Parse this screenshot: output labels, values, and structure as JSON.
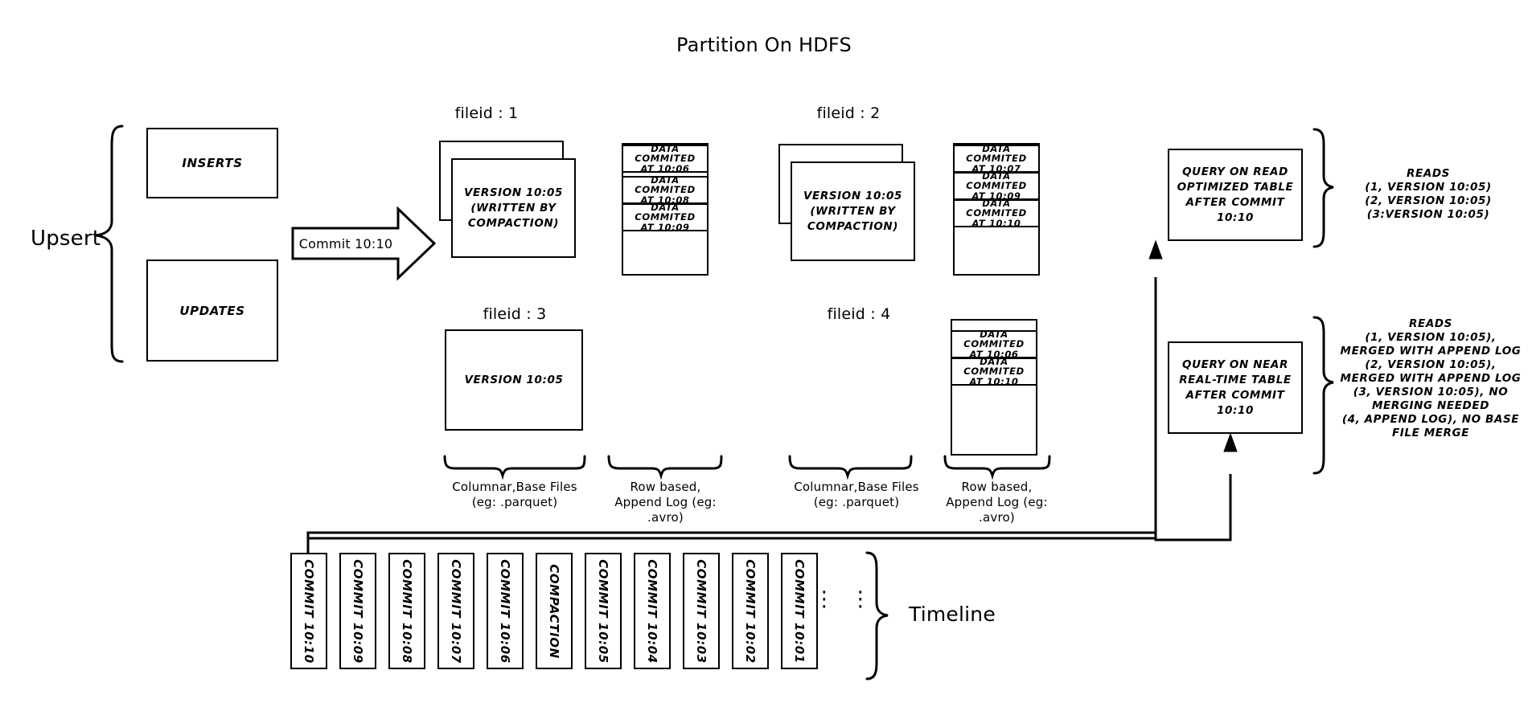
{
  "title": "Partition On HDFS",
  "left": {
    "group_label": "Upsert",
    "inserts_label": "INSERTS",
    "updates_label": "UPDATES",
    "commit_arrow_label": "Commit 10:10"
  },
  "file_groups": [
    {
      "id": "fileid-1",
      "header": "fileid : 1",
      "base_stack": 2,
      "base_label": "VERSION 10:05\n(WRITTEN BY\nCOMPACTION)",
      "base_line1": "VERSION 10:05",
      "base_line2": "(WRITTEN BY",
      "base_line3": "COMPACTION)",
      "log_entries": [
        "DATA COMMITED\nAT 10:06",
        "DATA COMMITED\nAT 10:08",
        "DATA COMMITED\nAT 10:09"
      ],
      "log_lines": [
        {
          "l1": "DATA COMMITED",
          "l2": "AT 10:06"
        },
        {
          "l1": "DATA COMMITED",
          "l2": "AT 10:08"
        },
        {
          "l1": "DATA COMMITED",
          "l2": "AT 10:09"
        }
      ]
    },
    {
      "id": "fileid-2",
      "header": "fileid : 2",
      "base_stack": 2,
      "base_line1": "VERSION 10:05",
      "base_line2": "(WRITTEN BY",
      "base_line3": "COMPACTION)",
      "log_lines": [
        {
          "l1": "DATA COMMITED",
          "l2": "AT 10:07"
        },
        {
          "l1": "DATA COMMITED",
          "l2": "AT 10:09"
        },
        {
          "l1": "DATA COMMITED",
          "l2": "AT 10:10"
        }
      ]
    },
    {
      "id": "fileid-3",
      "header": "fileid : 3",
      "base_stack": 1,
      "base_line1": "VERSION 10:05",
      "base_line2": "",
      "base_line3": "",
      "log_lines": []
    },
    {
      "id": "fileid-4",
      "header": "fileid : 4",
      "base_stack": 0,
      "base_line1": "",
      "base_line2": "",
      "base_line3": "",
      "log_lines": [
        {
          "l1": "DATA COMMITED",
          "l2": "AT 10:06"
        },
        {
          "l1": "DATA COMMITED",
          "l2": "AT 10:10"
        }
      ]
    }
  ],
  "captions": {
    "columnar_left_l1": "Columnar,Base Files",
    "columnar_left_l2": "(eg: .parquet)",
    "rowlog_left_l1": "Row based,",
    "rowlog_left_l2": "Append Log  (eg:",
    "rowlog_left_l3": ".avro)",
    "columnar_right_l1": "Columnar,Base Files",
    "columnar_right_l2": "(eg: .parquet)",
    "rowlog_right_l1": "Row based,",
    "rowlog_right_l2": "Append Log  (eg:",
    "rowlog_right_l3": ".avro)"
  },
  "queries": {
    "read_optimized": {
      "l1": "QUERY ON READ",
      "l2": "OPTIMIZED TABLE",
      "l3": "AFTER COMMIT",
      "l4": "10:10"
    },
    "near_realtime": {
      "l1": "QUERY ON NEAR",
      "l2": "REAL-TIME TABLE",
      "l3": "AFTER COMMIT",
      "l4": "10:10"
    }
  },
  "reads_top": {
    "title": "READS",
    "lines": [
      "(1, VERSION 10:05)",
      "(2, VERSION 10:05)",
      "(3:VERSION 10:05)"
    ]
  },
  "reads_bottom": {
    "title": "READS",
    "lines": [
      "(1, VERSION 10:05),",
      "MERGED WITH APPEND LOG",
      "(2, VERSION 10:05),",
      "MERGED WITH APPEND LOG",
      "(3, VERSION 10:05), NO",
      "MERGING NEEDED",
      "(4, APPEND LOG), NO BASE",
      "FILE MERGE"
    ]
  },
  "timeline": {
    "label": "Timeline",
    "ellipsis": "⋮",
    "items": [
      "COMMIT  10:10",
      "COMMIT  10:09",
      "COMMIT  10:08",
      "COMMIT  10:07",
      "COMMIT  10:06",
      "COMPACTION",
      "COMMIT  10:05",
      "COMMIT  10:04",
      "COMMIT  10:03",
      "COMMIT  10:02",
      "COMMIT  10:01"
    ]
  },
  "colors": {
    "stroke": "#000000",
    "background": "#ffffff"
  }
}
